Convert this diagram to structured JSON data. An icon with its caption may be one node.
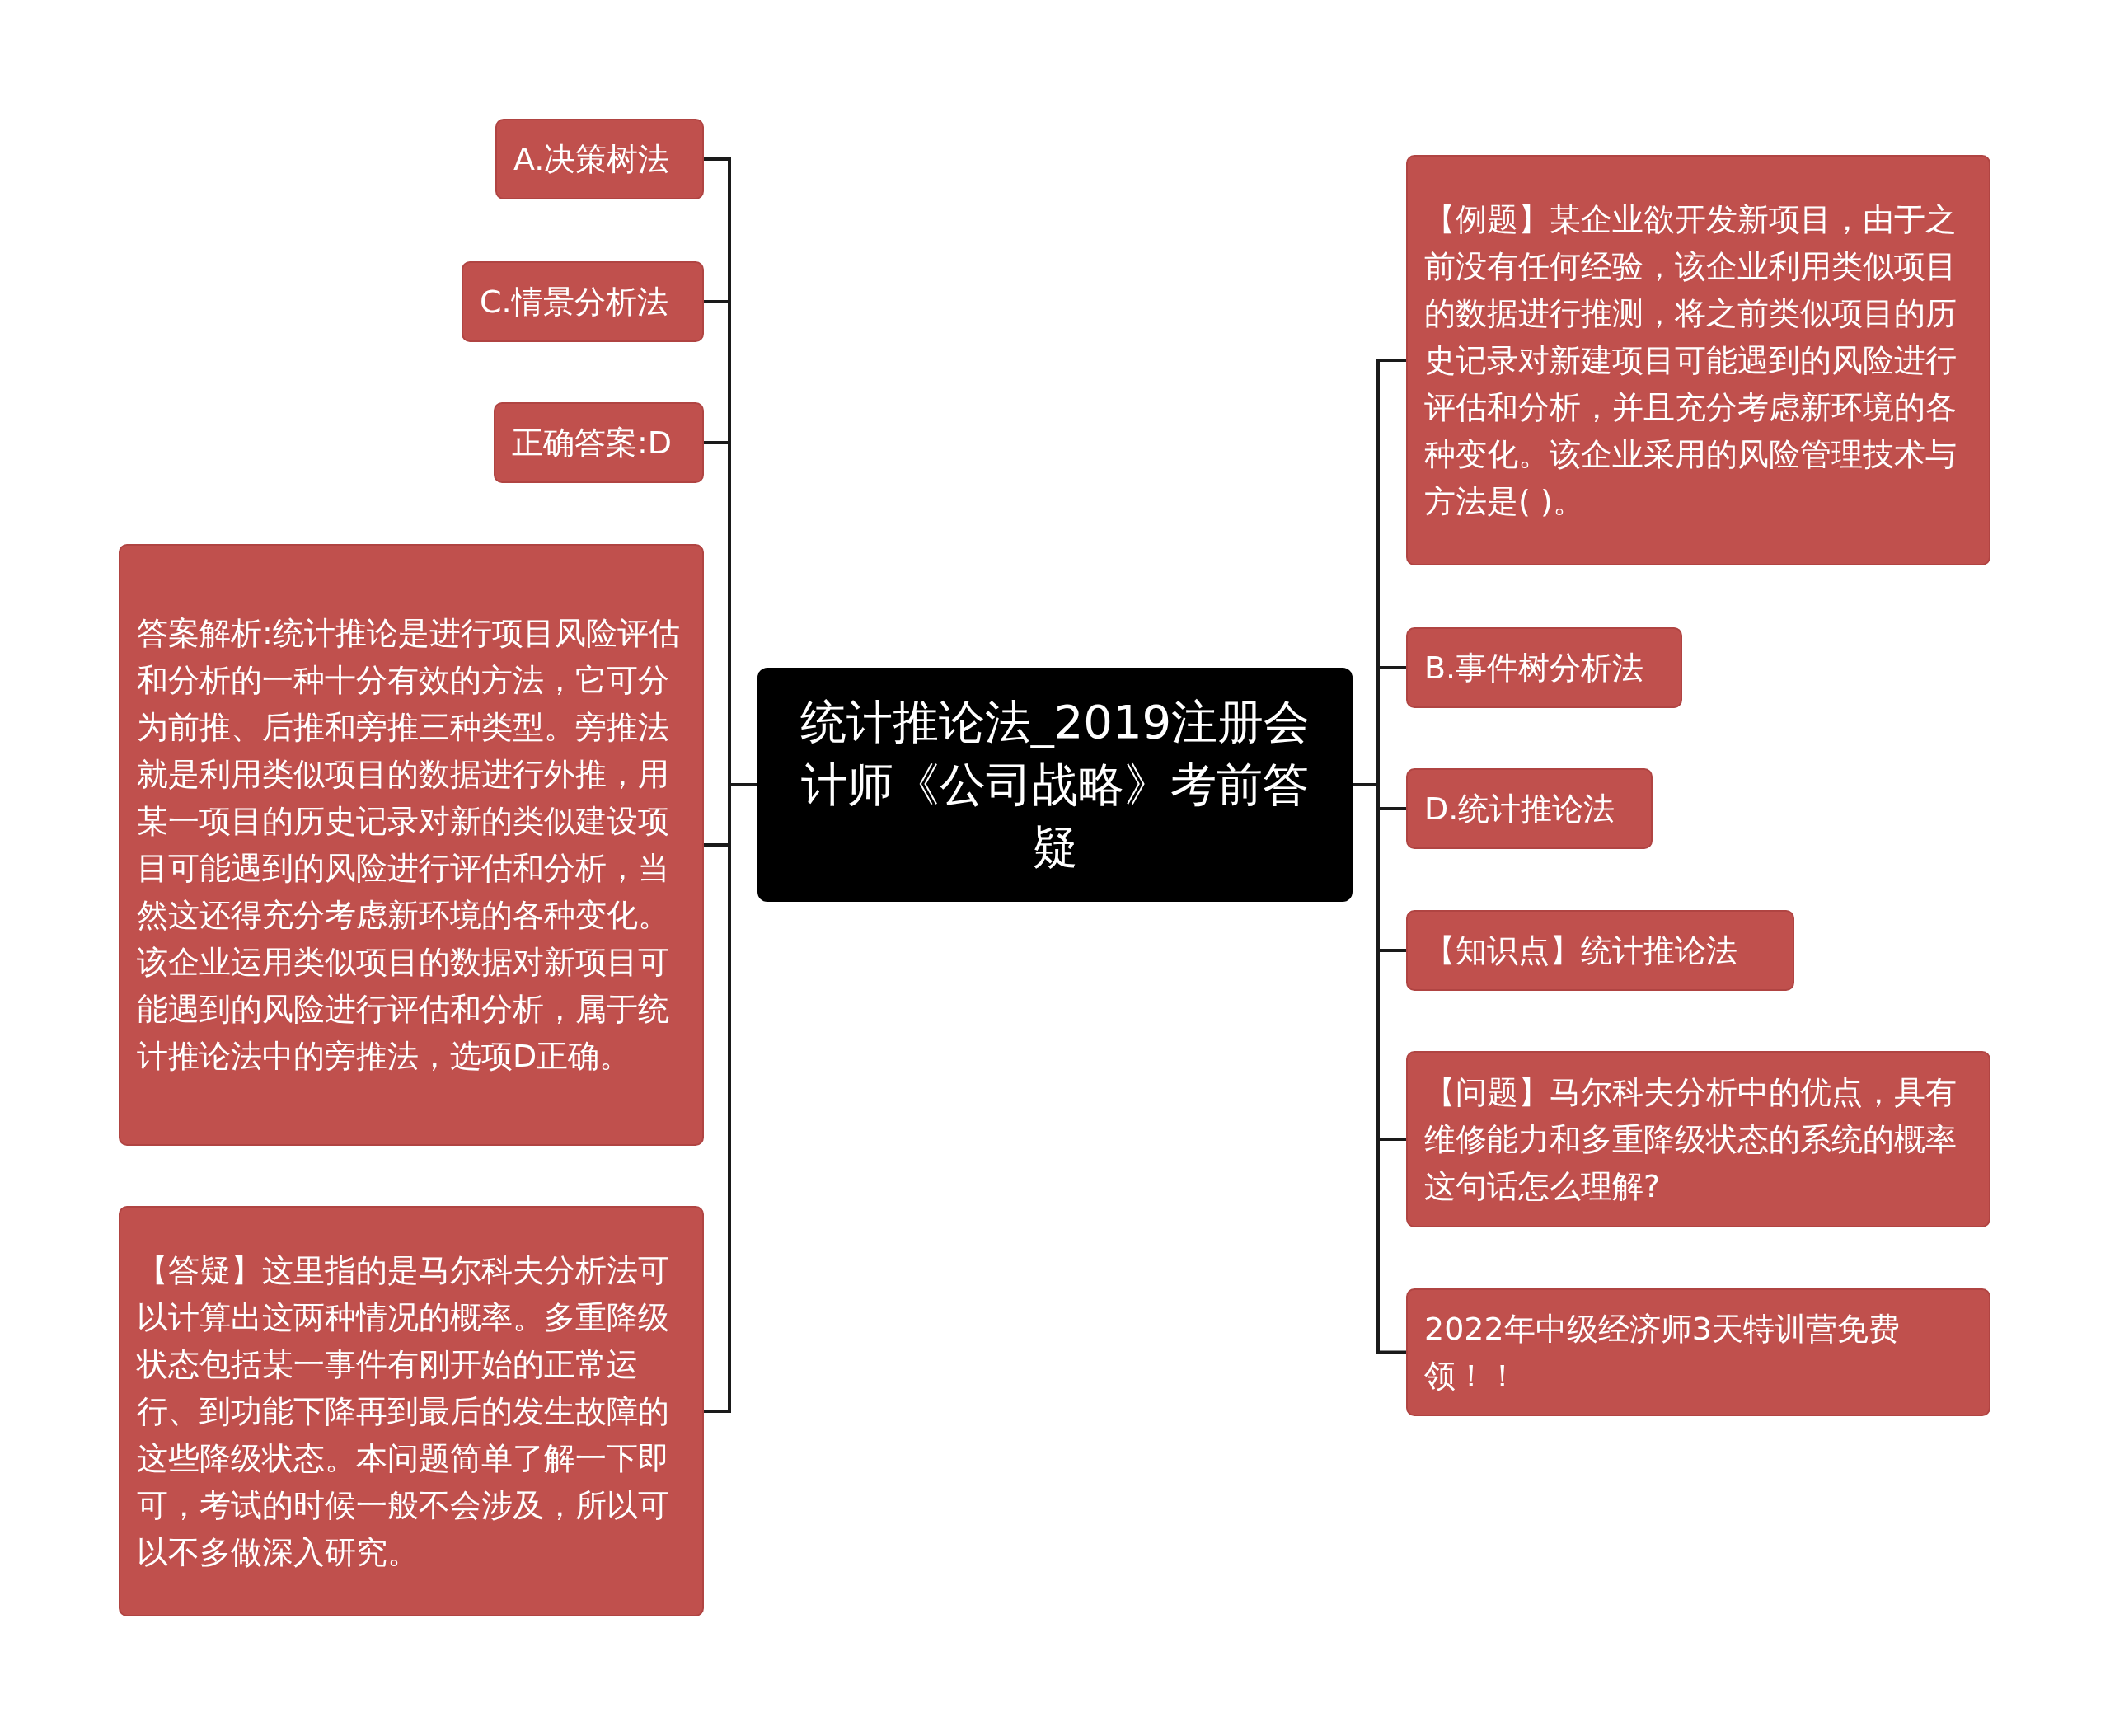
{
  "diagram": {
    "nodes": [
      {
        "text": [
          "统计推论法_2019注册会计师《公司战略》考前答疑"
        ]
      },
      {
        "text": [
          "A.决策树法"
        ]
      },
      {
        "text": [
          "C.情景分析法"
        ]
      },
      {
        "text": [
          "正确答案:D"
        ]
      },
      {
        "text": [
          "答案解析:统计推论是进行项目风险评估和分析的一种十分有效的方法，它可分为前推、后推和旁推三种类型。旁推法就是利用类似项目的数据进行外推，用某一项目的历史记录对新的类似建设项目可能遇到的风险进行评估和分析，当然这还得充分考虑新环境的各种变化。该企业运用类似项目的数据对新项目可能遇到的风险进行评估和分析，属于统计推论法中的旁推法，选项D正确。"
        ]
      },
      {
        "text": [
          "【答疑】这里指的是马尔科夫分析法可以计算出这两种情况的概率。多重降级状态包括某一事件有刚开始的正常运行、到功能下降再到最后的发生故障的这些降级状态。本问题简单了解一下即可，考试的时候一般不会涉及，所以可以不多做深入研究。"
        ]
      },
      {
        "text": [
          "【例题】某企业欲开发新项目，由于之前没有任何经验，该企业利用类似项目的数据进行推测，将之前类似项目的历史记录对新建项目可能遇到的风险进行评估和分析，并且充分考虑新环境的各种变化。该企业采用的风险管理技术与方法是(  )。"
        ]
      },
      {
        "text": [
          "B.事件树分析法"
        ]
      },
      {
        "text": [
          "D.统计推论法"
        ]
      },
      {
        "text": [
          "【知识点】统计推论法"
        ]
      },
      {
        "text": [
          "【问题】马尔科夫分析中的优点，具有维修能力和多重降级状态的系统的概率这句话怎么理解?"
        ]
      },
      {
        "text": [
          "2022年中级经济师3天特训营免费领！！"
        ]
      }
    ],
    "edges": [
      {
        "from": 0,
        "to": 1,
        "arrow": "none"
      },
      {
        "from": 0,
        "to": 2,
        "arrow": "none"
      },
      {
        "from": 0,
        "to": 3,
        "arrow": "none"
      },
      {
        "from": 0,
        "to": 4,
        "arrow": "none"
      },
      {
        "from": 0,
        "to": 5,
        "arrow": "none"
      },
      {
        "from": 0,
        "to": 6,
        "arrow": "none"
      },
      {
        "from": 0,
        "to": 7,
        "arrow": "none"
      },
      {
        "from": 0,
        "to": 8,
        "arrow": "none"
      },
      {
        "from": 0,
        "to": 9,
        "arrow": "none"
      },
      {
        "from": 0,
        "to": 10,
        "arrow": "none"
      },
      {
        "from": 0,
        "to": 11,
        "arrow": "none"
      }
    ]
  }
}
